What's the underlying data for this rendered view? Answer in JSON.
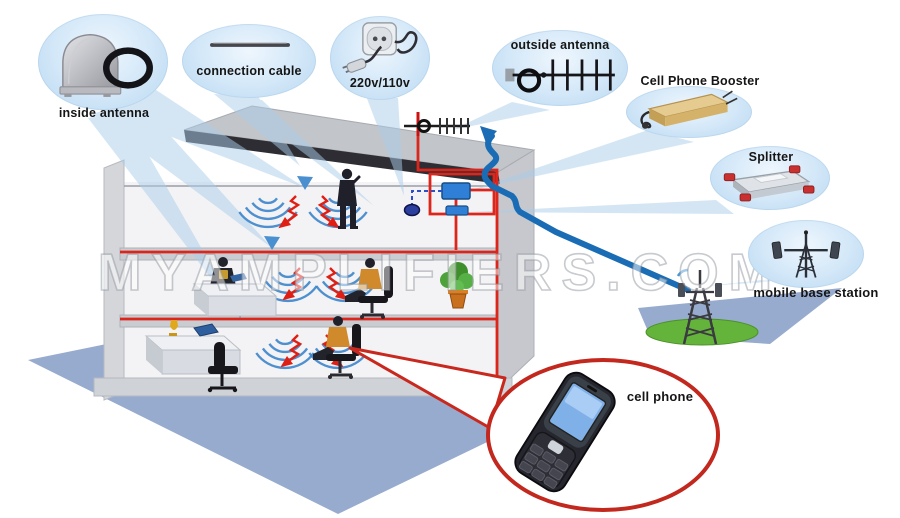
{
  "watermark": "MYAMPLIFIERS.COM",
  "callouts": {
    "inside_antenna": "inside antenna",
    "connection_cable": "connection cable",
    "power": "220v/110v",
    "outside_antenna": "outside antenna",
    "cell_phone_booster": "Cell Phone Booster",
    "splitter": "Splitter",
    "mobile_base_station": "mobile base station",
    "cell_phone": "cell phone"
  },
  "colors": {
    "bubble_fill": "#cfe5f7",
    "beam_blue": "#aacdeb",
    "cable_red": "#dc251b",
    "signal_line_blue": "#1a6cb4",
    "signal_arc_blue": "#3d86cb",
    "ground_blue": "#97abce",
    "grass_green": "#64b43c",
    "booster_gold": "#d8b878",
    "phone_ring_red": "#c2281d",
    "label_text": "#151515"
  }
}
